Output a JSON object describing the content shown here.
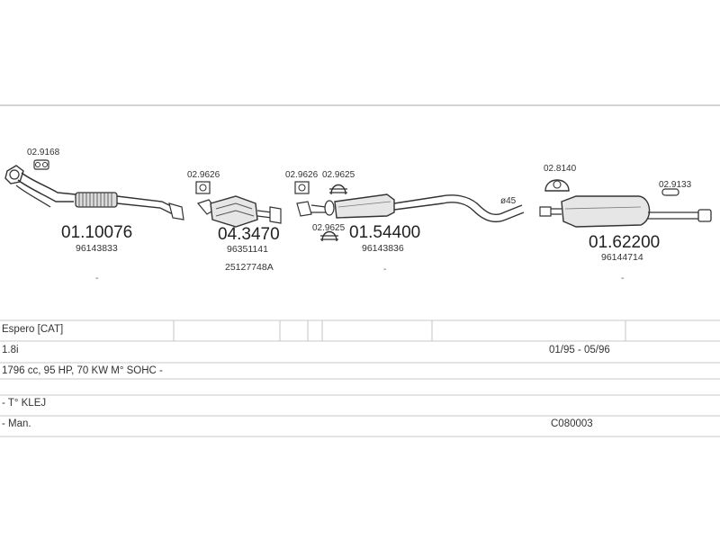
{
  "parts": {
    "clamp_1": "02.9168",
    "front_pipe": {
      "number": "01.10076",
      "oem": "96143833"
    },
    "clamp_2": "02.9626",
    "catalyst": {
      "number": "04.3470",
      "oem1": "96351141",
      "oem2": "25127748A"
    },
    "clamp_3": "02.9626",
    "clamp_4": "02.9625",
    "clamp_5": "02.9625",
    "middle_silencer": {
      "number": "01.54400",
      "oem": "96143836"
    },
    "pipe_diameter": "ø45",
    "hanger_1": "02.8140",
    "hanger_2": "02.9133",
    "rear_silencer": {
      "number": "01.62200",
      "oem": "96144714"
    },
    "dot": "-"
  },
  "vehicle": {
    "model": "Espero  [CAT]",
    "engine": "1.8i",
    "years": "01/95 - 05/96",
    "specs": "1796 cc, 95 HP, 70 KW M° SOHC -",
    "note": "- T° KLEJ",
    "transmission": "- Man.",
    "code": "C080003"
  }
}
